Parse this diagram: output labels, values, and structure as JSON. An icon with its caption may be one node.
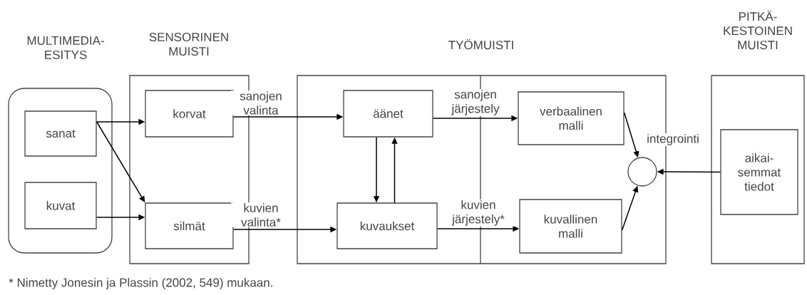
{
  "diagram": {
    "nodes": [
      {
        "text": [
          "MULTIMEDIA- ESITYS"
        ]
      },
      {
        "text": [
          "sanat"
        ],
        "in": 0
      },
      {
        "text": [
          "kuvat"
        ],
        "in": 0
      },
      {
        "text": [
          "SENSORINEN MUISTI"
        ]
      },
      {
        "text": [
          "korvat"
        ],
        "in": 3
      },
      {
        "text": [
          "silmät"
        ],
        "in": 3
      },
      {
        "text": [
          "TYÖMUISTI"
        ]
      },
      {
        "text": [
          "äänet"
        ],
        "in": 6
      },
      {
        "text": [
          "kuvaukset"
        ],
        "in": 6
      },
      {
        "text": [
          "verbaalinen malli"
        ],
        "in": 6
      },
      {
        "text": [
          "kuvallinen malli"
        ],
        "in": 6
      },
      {
        "text": [],
        "shape": "circle",
        "in": 6,
        "beside": [
          "integrointi"
        ]
      },
      {
        "text": [
          "PITKÄ- KESTOINEN MUISTI"
        ]
      },
      {
        "text": [
          "aikai- semmat tiedot"
        ],
        "in": 12
      }
    ],
    "edges": [
      {
        "from": 1,
        "to": 4,
        "arrow": "to"
      },
      {
        "from": 1,
        "to": 5,
        "arrow": "to"
      },
      {
        "from": 2,
        "to": 5,
        "arrow": "to"
      },
      {
        "from": 4,
        "to": 7,
        "arrow": "to",
        "label": "sanojen valinta"
      },
      {
        "from": 5,
        "to": 8,
        "arrow": "to",
        "label": "kuvien valinta*"
      },
      {
        "from": 7,
        "to": 8,
        "arrow": "to"
      },
      {
        "from": 8,
        "to": 7,
        "arrow": "to"
      },
      {
        "from": 7,
        "to": 9,
        "arrow": "to",
        "label": "sanojen järjestely"
      },
      {
        "from": 8,
        "to": 10,
        "arrow": "to",
        "label": "kuvien järjestely*"
      },
      {
        "from": 9,
        "to": 11,
        "arrow": "to"
      },
      {
        "from": 10,
        "to": 11,
        "arrow": "to"
      },
      {
        "from": 13,
        "to": 11,
        "arrow": "to"
      }
    ],
    "labels": [
      "* Nimetty Jonesin ja Plassin (2002, 549) mukaan."
    ]
  }
}
